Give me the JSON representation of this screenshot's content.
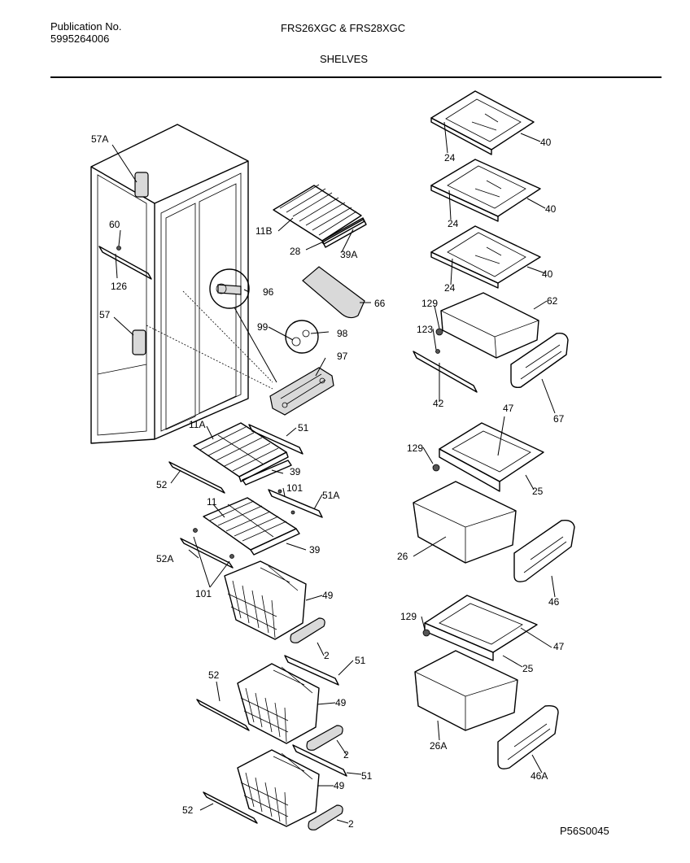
{
  "header": {
    "publication_label": "Publication No.",
    "publication_number": "5995264006",
    "models": "FRS26XGC & FRS28XGC",
    "section": "SHELVES"
  },
  "footer": {
    "drawing_ref": "P56S0045"
  },
  "callouts": [
    "57A",
    "60",
    "126",
    "57",
    "11B",
    "28",
    "39A",
    "96",
    "66",
    "99",
    "98",
    "97",
    "11A",
    "51",
    "52",
    "39",
    "101",
    "51A",
    "11",
    "52A",
    "39",
    "101",
    "49",
    "2",
    "52",
    "51",
    "49",
    "2",
    "51",
    "49",
    "52",
    "2",
    "40",
    "24",
    "40",
    "24",
    "40",
    "24",
    "129",
    "62",
    "123",
    "42",
    "67",
    "47",
    "129",
    "25",
    "26",
    "46",
    "129",
    "47",
    "25",
    "26A",
    "46A"
  ]
}
